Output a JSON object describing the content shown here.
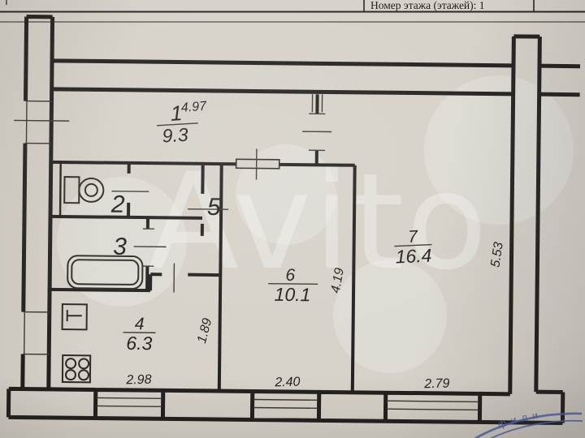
{
  "colors": {
    "paper": "#d5d1c8",
    "ink": "#1f1e1c",
    "stamp": "#4c63ae",
    "watermark": "#ffffff"
  },
  "header": {
    "floor_label": "Номер этажа (этажей): 1"
  },
  "watermark": {
    "brand": "Avito"
  },
  "stamp": {
    "text": "фили"
  },
  "rooms": [
    {
      "number": "1",
      "area": "9.3"
    },
    {
      "number": "2"
    },
    {
      "number": "3"
    },
    {
      "number": "4",
      "area": "6.3"
    },
    {
      "number": "5"
    },
    {
      "number": "6",
      "area": "10.1"
    },
    {
      "number": "7",
      "area": "16.4"
    }
  ],
  "dimensions": {
    "room1_width": "4.97",
    "kitchen_width": "2.98",
    "room6_width": "2.40",
    "room7_width": "2.79",
    "room6_depth": "4.19",
    "kitchen_depth": "1.89",
    "room7_depth": "5.53"
  }
}
